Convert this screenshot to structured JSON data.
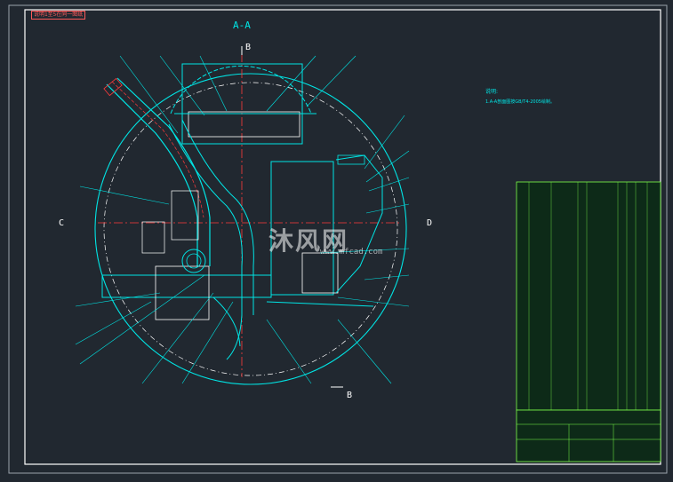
{
  "drawing": {
    "tag": "说明1至5在同一图纸",
    "section_title": "A-A",
    "section_marks": [
      "B",
      "B",
      "C",
      "D"
    ],
    "notes_title": "说明:",
    "notes_line": "1.A-A剖面图按GB/T4-2005绘制。",
    "watermark": "沐风网",
    "watermark_url": "www.mfcad.com"
  },
  "colors": {
    "background": "#212830",
    "primary_line": "#00e5e5",
    "secondary_line": "#ffffff",
    "center_line": "#ff3b3b",
    "title_block_grid": "#7dff4a",
    "title_block_fill": "#0d2a18"
  }
}
